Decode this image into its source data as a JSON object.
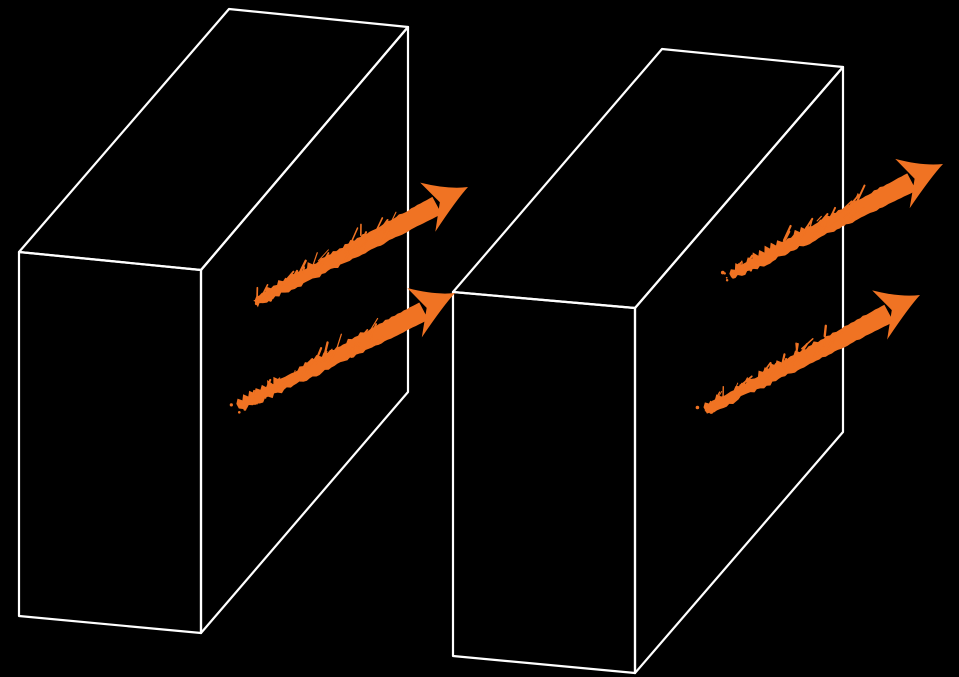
{
  "diagram": {
    "background_color": "#000000",
    "outline_color": "#ffffff",
    "arrow_color": "#f07323",
    "boxes": [
      {
        "id": "left-box",
        "shape": "wireframe-cuboid",
        "arrow_count": 2
      },
      {
        "id": "right-box",
        "shape": "wireframe-cuboid",
        "arrow_count": 2
      }
    ],
    "arrows": [
      {
        "belongs_to": "left-box",
        "style": "brushed-streak",
        "direction": "up-right"
      },
      {
        "belongs_to": "left-box",
        "style": "brushed-streak",
        "direction": "up-right"
      },
      {
        "belongs_to": "right-box",
        "style": "brushed-streak",
        "direction": "up-right"
      },
      {
        "belongs_to": "right-box",
        "style": "brushed-streak",
        "direction": "up-right"
      }
    ]
  }
}
